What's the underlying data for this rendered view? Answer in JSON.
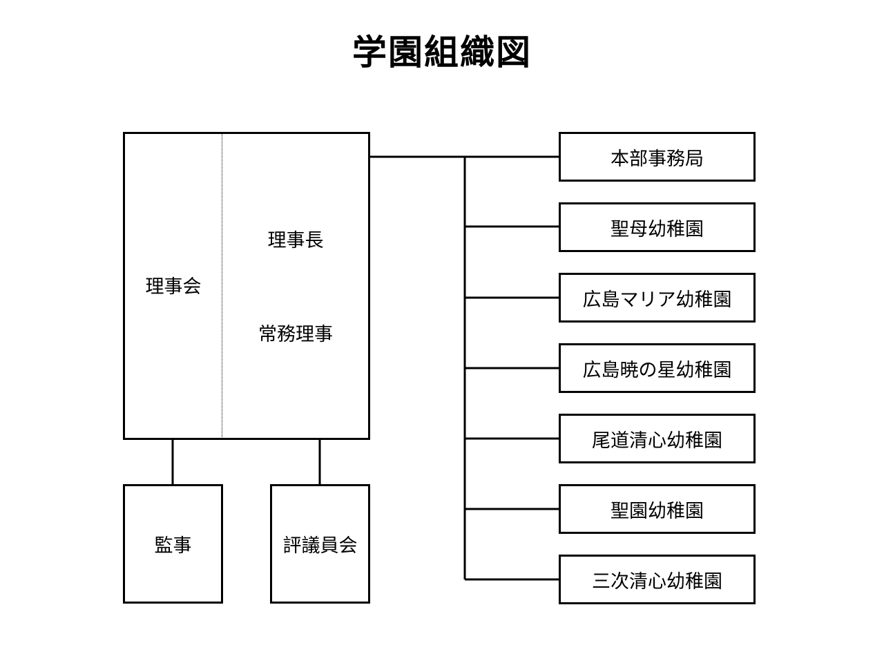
{
  "title": "学園組織図",
  "board": {
    "left_label": "理事会",
    "right_labels": [
      "理事長",
      "常務理事"
    ]
  },
  "bottom_units": [
    "監事",
    "評議員会"
  ],
  "departments": [
    "本部事務局",
    "聖母幼稚園",
    "広島マリア幼稚園",
    "広島暁の星幼稚園",
    "尾道清心幼稚園",
    "聖園幼稚園",
    "三次清心幼稚園"
  ]
}
